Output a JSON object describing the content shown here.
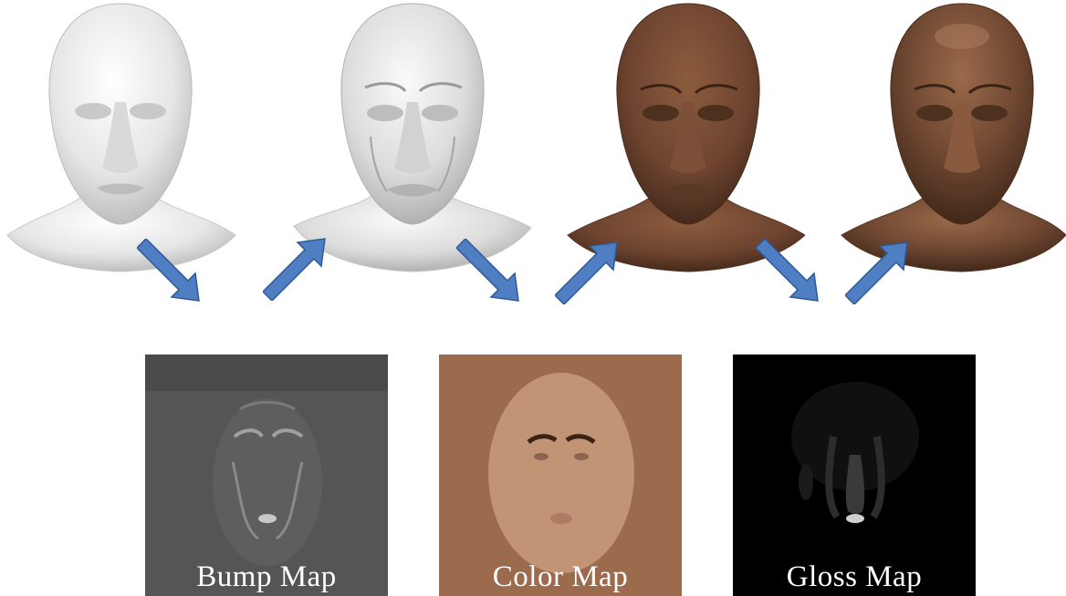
{
  "stages": [
    {
      "id": "plain",
      "skin": "#f2f2f2",
      "shade": "#9a9a9a"
    },
    {
      "id": "bumped",
      "skin": "#ececec",
      "shade": "#8c8c8c"
    },
    {
      "id": "colored",
      "skin": "#7a4e34",
      "shade": "#3e2618"
    },
    {
      "id": "glossy",
      "skin": "#7e5238",
      "shade": "#40281a"
    }
  ],
  "arrow_color": "#4f7fc2",
  "maps": [
    {
      "label": "Bump Map",
      "bg": "#555555",
      "feature": "#8a8a8a"
    },
    {
      "label": "Color Map",
      "bg": "#9c6a4c",
      "feature": "#c79d80"
    },
    {
      "label": "Gloss Map",
      "bg": "#000000",
      "feature": "#2e2e2e"
    }
  ]
}
